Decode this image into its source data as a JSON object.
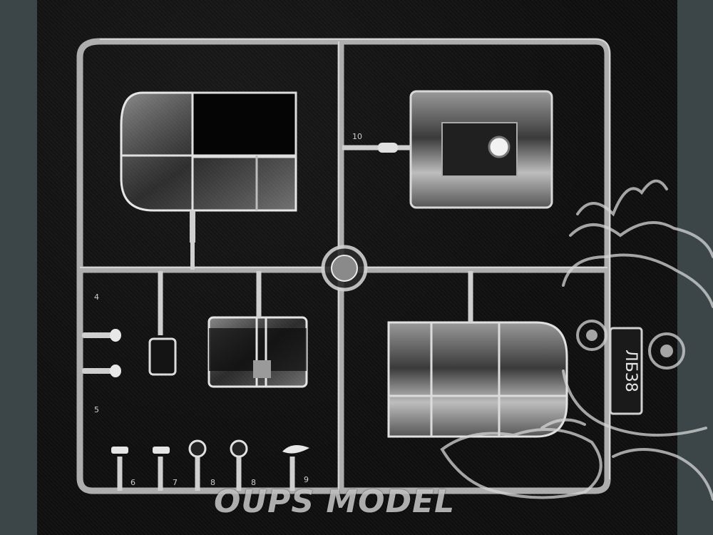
{
  "watermark": {
    "text": "OUPS MODEL"
  },
  "sprue": {
    "code": "ЛБ38",
    "part_numbers": [
      "10",
      "4",
      "5",
      "6",
      "7",
      "8",
      "8",
      "9"
    ]
  },
  "colors": {
    "background": "#3c4649",
    "photo": "#111111",
    "plastic": "#c8c8c8"
  }
}
